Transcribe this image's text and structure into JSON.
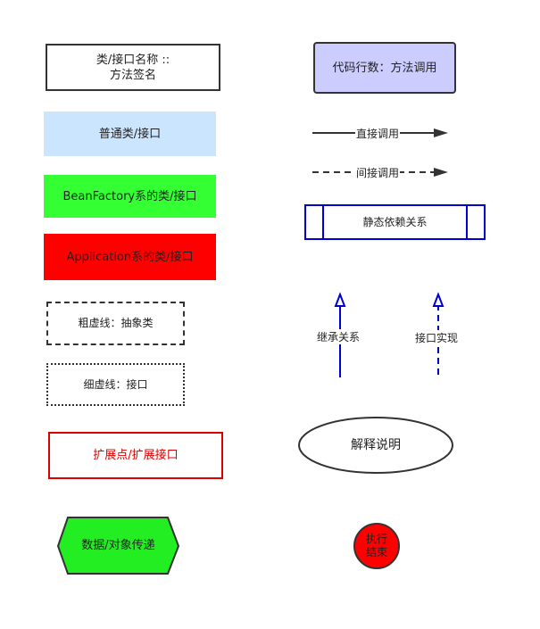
{
  "legend": {
    "class_method": {
      "text": "类/接口名称 ::\n方法签名"
    },
    "line_count": {
      "text": "代码行数：方法调用",
      "fill": "#ccccff",
      "border": "#333333"
    },
    "normal_class": {
      "text": "普通类/接口",
      "fill": "#cce5ff"
    },
    "direct_call": {
      "text": "直接调用"
    },
    "beanfactory": {
      "text": "BeanFactory系的类/接口",
      "fill": "#33ff33"
    },
    "indirect_call": {
      "text": "间接调用"
    },
    "static_dep": {
      "text": "静态依赖关系",
      "border": "#0000cc"
    },
    "application": {
      "text": "Application系的类/接口",
      "fill": "#ff0000"
    },
    "abstract_class": {
      "text": "粗虚线：抽象类"
    },
    "inheritance": {
      "text": "继承关系",
      "color": "#0000cc"
    },
    "interface": {
      "text": "细虚线：接口"
    },
    "implementation": {
      "text": "接口实现",
      "color": "#0000cc"
    },
    "extension": {
      "text": "扩展点/扩展接口",
      "color": "#dd0000"
    },
    "comment": {
      "text": "解释说明"
    },
    "data_transfer": {
      "text": "数据/对象传递",
      "fill": "#22ee22"
    },
    "end": {
      "text": "执行\n结束",
      "fill": "#ff0000"
    }
  }
}
